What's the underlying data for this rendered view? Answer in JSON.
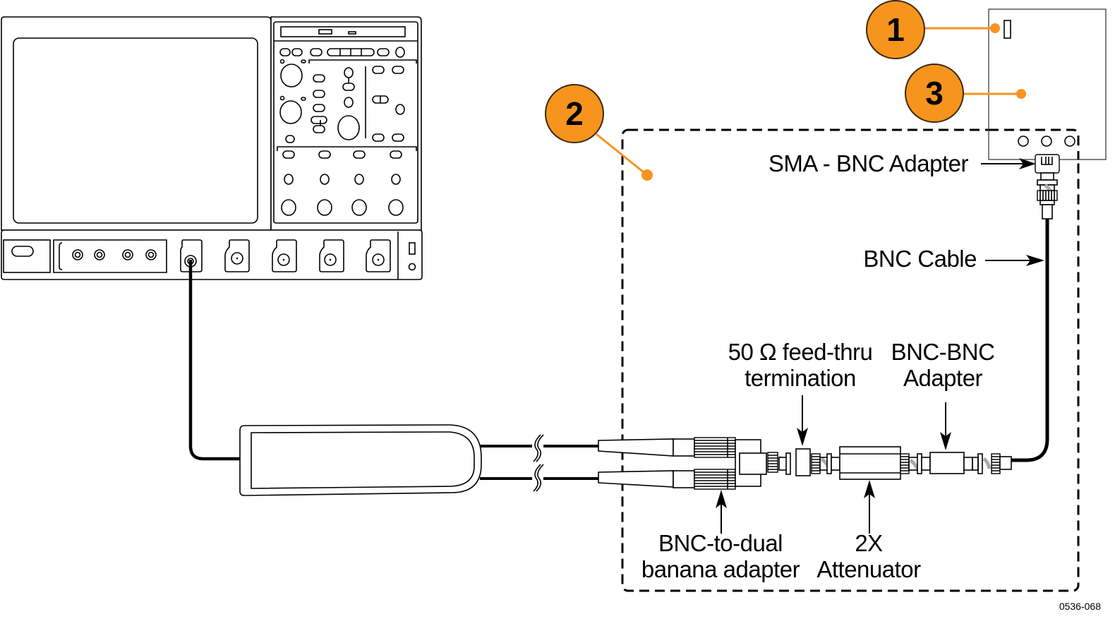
{
  "figure": {
    "id_label": "0536-068",
    "callout_color": "#f7941d",
    "callouts": [
      {
        "number": "1"
      },
      {
        "number": "2"
      },
      {
        "number": "3"
      }
    ],
    "labels": {
      "sma_bnc_adapter": "SMA - BNC Adapter",
      "bnc_cable": "BNC Cable",
      "feed_thru_line1": "50 Ω feed-thru",
      "feed_thru_line2": "termination",
      "bnc_bnc_line1": "BNC-BNC",
      "bnc_bnc_line2": "Adapter",
      "banana_line1": "BNC-to-dual",
      "banana_line2": "banana adapter",
      "attenuator_line1": "2X",
      "attenuator_line2": "Attenuator"
    },
    "components": [
      "oscilloscope",
      "differential-probe",
      "device-under-test",
      "bnc-to-dual-banana-adapter",
      "50-ohm-feed-thru-termination",
      "2x-attenuator",
      "bnc-bnc-adapter",
      "bnc-cable",
      "sma-bnc-adapter"
    ]
  }
}
